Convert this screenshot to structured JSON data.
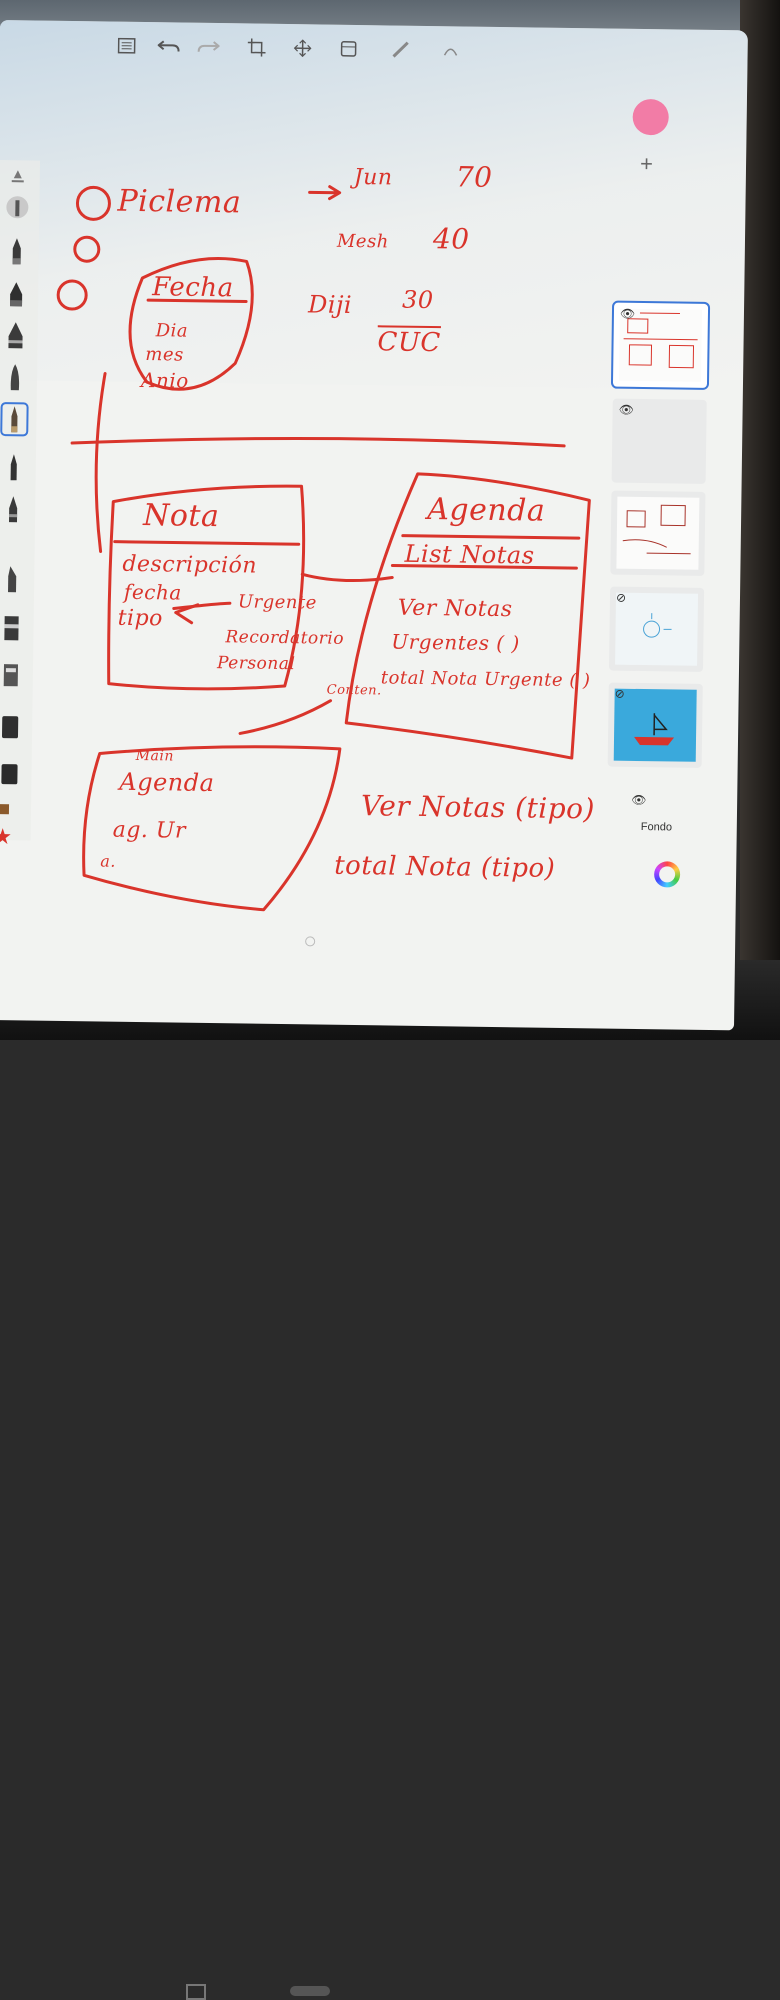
{
  "toolbar": {
    "icons": [
      "layers-list-icon",
      "undo-icon",
      "redo-icon",
      "crop-icon",
      "transform-icon",
      "layer-stack-icon",
      "ruler-icon",
      "symmetry-icon"
    ]
  },
  "brushes": [
    "pencil",
    "round-brush",
    "marker",
    "ink",
    "calligraphy",
    "airbrush",
    "pen",
    "fineliner",
    "technical",
    "chisel",
    "flat",
    "stamp",
    "texture",
    "charcoal",
    "smudge",
    "star"
  ],
  "panel": {
    "accent_color": "#f27ca6",
    "add_layer_symbol": "+",
    "layers": [
      {
        "name": "sketch-layer",
        "visible": true,
        "selected": true
      },
      {
        "name": "empty-layer",
        "visible": true,
        "selected": false
      },
      {
        "name": "older-sketch-layer",
        "visible": true,
        "selected": false
      },
      {
        "name": "hidden-sketch-layer",
        "visible": false,
        "selected": false
      },
      {
        "name": "boat-image-layer",
        "visible": false,
        "selected": false
      }
    ],
    "background_label": "Fondo"
  },
  "handwriting": {
    "problem": "Piclema",
    "jun": "Jun",
    "n70": "70",
    "mesh": "Mesh",
    "n40": "40",
    "diji": "Diji",
    "n30": "30",
    "cuc": "CUC",
    "fecha_title": "Fecha",
    "dia": "Dia",
    "mes": "mes",
    "anio": "Anio",
    "nota_title": "Nota",
    "nota_desc": "descripción",
    "nota_fecha": "fecha",
    "nota_urgente": "Urgente",
    "nota_tipo": "tipo",
    "nota_recordatorio": "Recordatorio",
    "nota_personal": "Personal",
    "agenda_title": "Agenda",
    "agenda_list": "List Notas",
    "ver_notas": "Ver Notas",
    "urgentos": "Urgentes ( )",
    "total_urgente": "total Nota Urgente ( )",
    "contains": "Conten.",
    "main_title": "Main",
    "main_agenda": "Agenda",
    "main_ag": "ag. Ur",
    "main_a": "a.",
    "ver_tipo": "Ver Notas (tipo)",
    "total_tipo": "total Nota (tipo)"
  }
}
